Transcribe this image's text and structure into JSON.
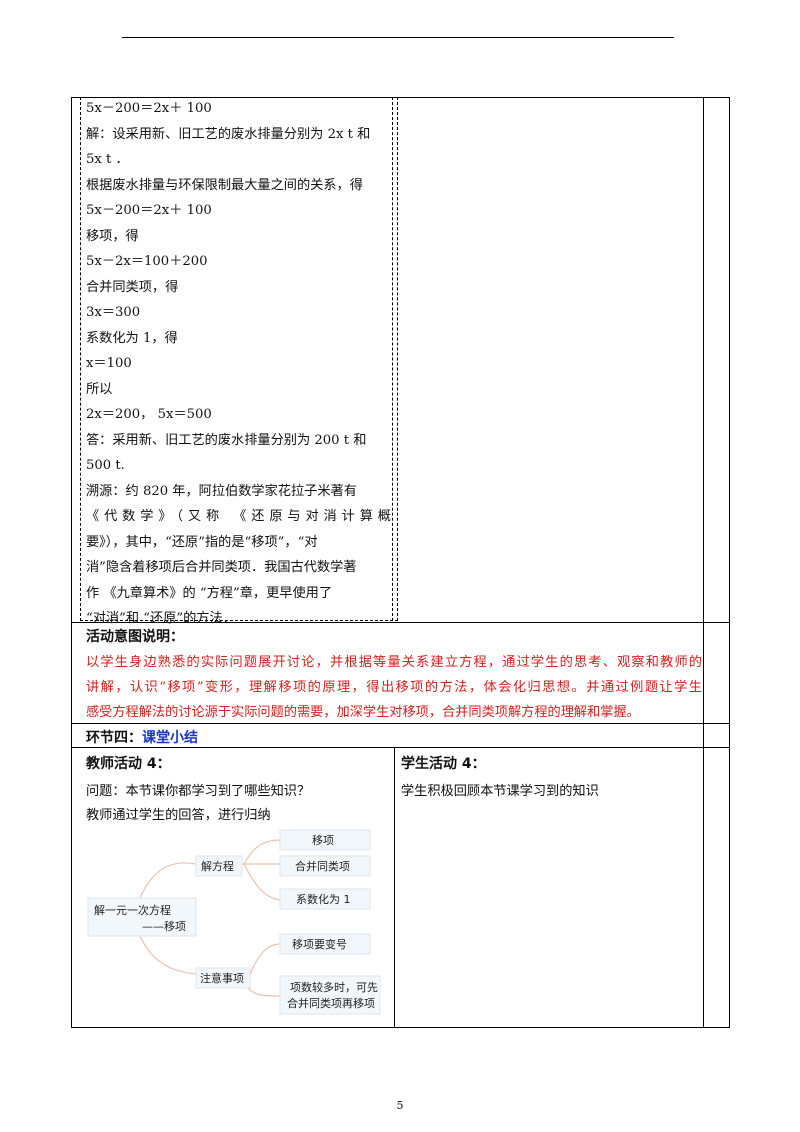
{
  "section_a": {
    "lines": [
      "5x－200＝2x＋ 100",
      "解：设采用新、旧工艺的废水排量分别为 2x  t 和",
      "5x  t ．",
      "根据废水排量与环保限制最大量之间的关系，得",
      "5x－200＝2x＋ 100",
      "移项，得",
      "5x－2x＝100＋200",
      "合并同类项，得",
      "3x＝300",
      "系数化为 1，得",
      "x＝100",
      "所以",
      "2x＝200，         5x＝500",
      "答：采用新、旧工艺的废水排量分别为 200 t 和",
      "500 t.",
      "溯源：约 820 年，阿拉伯数学家花拉子米著有",
      "《代数学》（又称 《还原与对消计算概",
      "要》），其中，“还原”指的是“移项”，“对",
      "消”隐含着移项后合并同类项．我国古代数学著",
      "作 《九章算术》的 “方程”章，更早使用了",
      "“对消”和 “还原”的方法．"
    ]
  },
  "intent": {
    "title": "活动意图说明：",
    "lines": [
      "以学生身边熟悉的实际问题展开讨论，并根据等量关系建立方程，通过学生的思考、观察和教师的",
      "讲解，认识“移项”变形，理解移项的原理，得出移项的方法，体会化归思想。并通过例题让学生",
      "感受方程解法的讨论源于实际问题的需要，加深学生对移项，合并同类项解方程的理解和掌握。"
    ]
  },
  "section4": {
    "prefix": "环节四：",
    "name": "课堂小结"
  },
  "teacher": {
    "title": "教师活动 4：",
    "question": "问题：本节课你都学习到了哪些知识？",
    "summary": "教师通过学生的回答，进行归纳"
  },
  "student": {
    "title": "学生活动 4：",
    "text": "学生积极回顾本节课学习到的知识"
  },
  "mindmap": {
    "root_line1": "解一元一次方程",
    "root_line2": "——移项",
    "branch1": "解方程",
    "branch1_items": [
      "移项",
      "合并同类项",
      "系数化为 1"
    ],
    "branch2": "注意事项",
    "branch2_items": [
      "移项要变号"
    ],
    "branch2_note_line1": "项数较多时，可先",
    "branch2_note_line2": "合并同类项再移项",
    "colors": {
      "box_fill": "#f2f7fb",
      "line": "#e8c3b0",
      "box_border": "#dde6ee"
    }
  },
  "page_number": "5"
}
